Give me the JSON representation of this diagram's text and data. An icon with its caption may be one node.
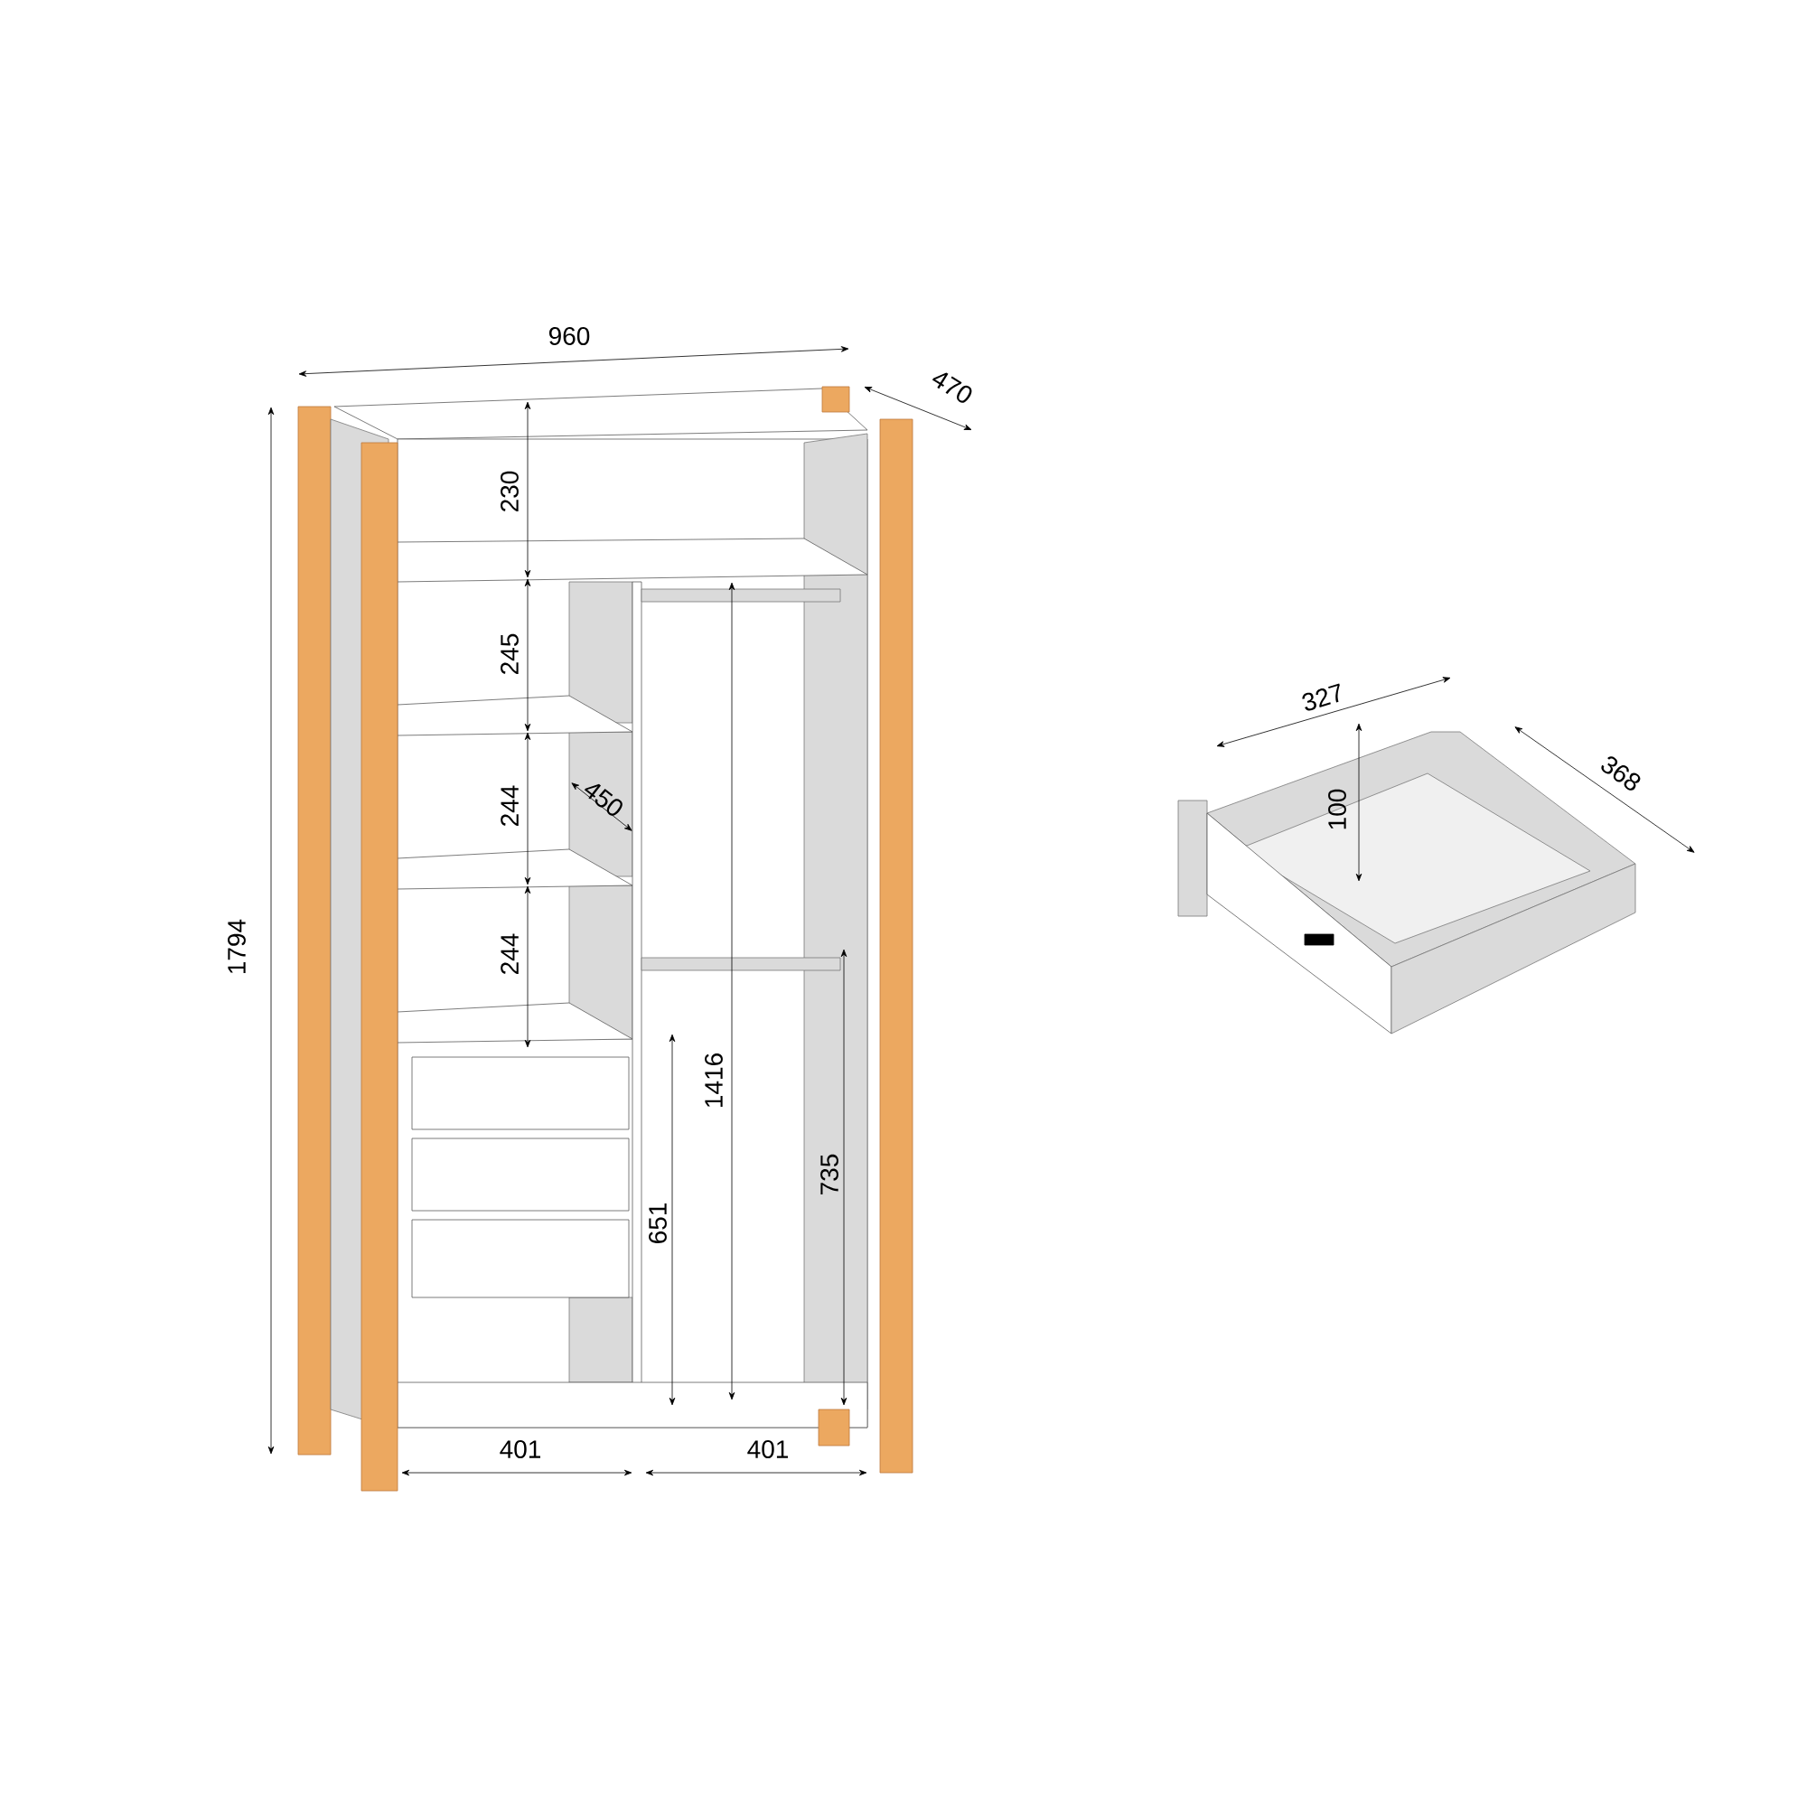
{
  "diagram": {
    "labels": [
      "960",
      "470",
      "230",
      "245",
      "244",
      "450",
      "244",
      "1794",
      "1416",
      "651",
      "735",
      "401",
      "401",
      "327",
      "368",
      "100"
    ]
  }
}
